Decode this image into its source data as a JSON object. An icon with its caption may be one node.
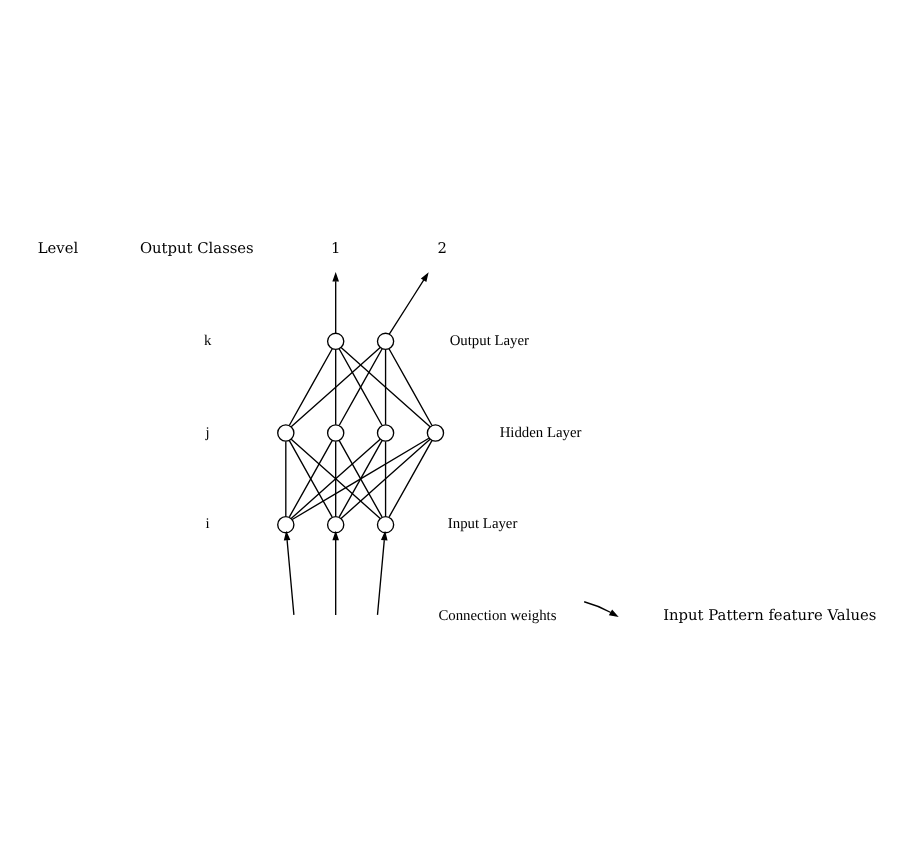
{
  "diagram": {
    "nodes": [
      {
        "text": [
          "1"
        ]
      },
      {
        "text": [
          "2"
        ]
      },
      {
        "text": [],
        "shape": "circle"
      },
      {
        "text": [],
        "shape": "circle"
      },
      {
        "text": [],
        "shape": "circle"
      },
      {
        "text": [],
        "shape": "circle"
      },
      {
        "text": [],
        "shape": "circle"
      },
      {
        "text": [],
        "shape": "circle"
      },
      {
        "text": [],
        "shape": "circle"
      },
      {
        "text": [],
        "shape": "circle"
      },
      {
        "text": [],
        "shape": "circle"
      },
      {
        "text": [
          "Connection weights"
        ]
      }
    ],
    "edges": [
      {
        "from": 2,
        "to": 0,
        "arrow": "to"
      },
      {
        "from": 3,
        "to": 1,
        "arrow": "to"
      },
      {
        "from": 4,
        "to": 2,
        "arrow": "none"
      },
      {
        "from": 4,
        "to": 3,
        "arrow": "none"
      },
      {
        "from": 5,
        "to": 2,
        "arrow": "none"
      },
      {
        "from": 5,
        "to": 3,
        "arrow": "none"
      },
      {
        "from": 6,
        "to": 2,
        "arrow": "none"
      },
      {
        "from": 6,
        "to": 3,
        "arrow": "none"
      },
      {
        "from": 7,
        "to": 2,
        "arrow": "none"
      },
      {
        "from": 7,
        "to": 3,
        "arrow": "none"
      },
      {
        "from": 8,
        "to": 4,
        "arrow": "none"
      },
      {
        "from": 8,
        "to": 5,
        "arrow": "none"
      },
      {
        "from": 8,
        "to": 6,
        "arrow": "none"
      },
      {
        "from": 8,
        "to": 7,
        "arrow": "none"
      },
      {
        "from": 9,
        "to": 4,
        "arrow": "none"
      },
      {
        "from": 9,
        "to": 5,
        "arrow": "none"
      },
      {
        "from": 9,
        "to": 6,
        "arrow": "none"
      },
      {
        "from": 9,
        "to": 7,
        "arrow": "none"
      },
      {
        "from": 10,
        "to": 4,
        "arrow": "none"
      },
      {
        "from": 10,
        "to": 5,
        "arrow": "none"
      },
      {
        "from": 10,
        "to": 6,
        "arrow": "none"
      },
      {
        "from": 10,
        "to": 7,
        "arrow": "none"
      },
      {
        "from": null,
        "to": 8,
        "arrow": "to"
      },
      {
        "from": null,
        "to": 9,
        "arrow": "to"
      },
      {
        "from": null,
        "to": 10,
        "arrow": "to"
      },
      {
        "from": 11,
        "to": null,
        "arrow": "to"
      }
    ],
    "labels": [
      "Level",
      "Output Classes",
      "k",
      "Output Layer",
      "j",
      "Hidden Layer",
      "i",
      "Input Layer",
      "Input Pattern feature Values"
    ]
  }
}
